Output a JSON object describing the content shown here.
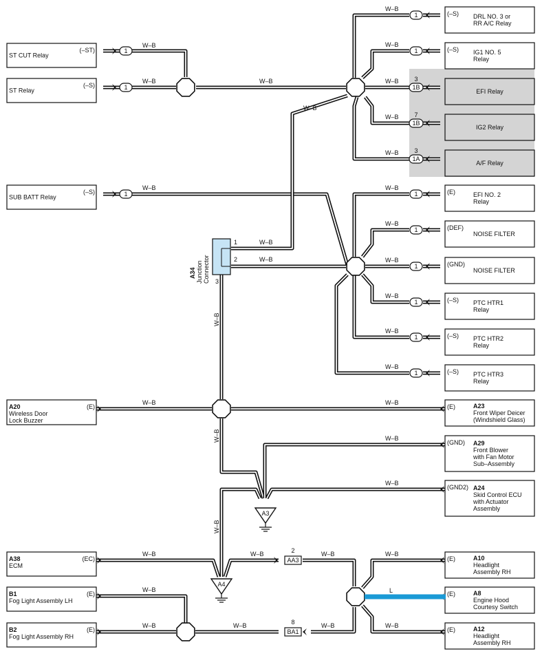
{
  "wire_color_label": "W–B",
  "light_blue_wire_label": "L",
  "junction_connector": {
    "id": "A34",
    "name": "Junction Connector",
    "pins": [
      "1",
      "2",
      "3"
    ]
  },
  "left_components": [
    {
      "key": "st_cut",
      "id": "",
      "lines": [
        "ST CUT Relay"
      ],
      "pin": "(–ST)",
      "connector": "1"
    },
    {
      "key": "st",
      "id": "",
      "lines": [
        "ST Relay"
      ],
      "pin": "(–S)",
      "connector": "1"
    },
    {
      "key": "sub_batt",
      "id": "",
      "lines": [
        "SUB BATT Relay"
      ],
      "pin": "(–S)",
      "connector": "1"
    },
    {
      "key": "a20",
      "id": "A20",
      "lines": [
        "Wireless Door",
        "Lock Buzzer"
      ],
      "pin": "(E)",
      "connector": ""
    },
    {
      "key": "a38",
      "id": "A38",
      "lines": [
        "ECM"
      ],
      "pin": "(EC)",
      "connector": ""
    },
    {
      "key": "b1",
      "id": "B1",
      "lines": [
        "Fog Light Assembly LH"
      ],
      "pin": "(E)",
      "connector": ""
    },
    {
      "key": "b2",
      "id": "B2",
      "lines": [
        "Fog Light Assembly RH"
      ],
      "pin": "(E)",
      "connector": ""
    }
  ],
  "right_components": [
    {
      "key": "drl3",
      "id": "",
      "lines": [
        "DRL NO. 3 or",
        "RR A/C Relay"
      ],
      "pin": "(–S)",
      "connector": "1",
      "pin_number": "",
      "shaded": false
    },
    {
      "key": "ig1_5",
      "id": "",
      "lines": [
        "IG1 NO. 5",
        "Relay"
      ],
      "pin": "(–S)",
      "connector": "1",
      "pin_number": "",
      "shaded": false
    },
    {
      "key": "efi",
      "id": "",
      "lines": [
        "EFI Relay"
      ],
      "pin": "",
      "connector": "1B",
      "pin_number": "3",
      "shaded": true
    },
    {
      "key": "ig2",
      "id": "",
      "lines": [
        "IG2 Relay"
      ],
      "pin": "",
      "connector": "1B",
      "pin_number": "7",
      "shaded": true
    },
    {
      "key": "af",
      "id": "",
      "lines": [
        "A/F Relay"
      ],
      "pin": "",
      "connector": "1A",
      "pin_number": "3",
      "shaded": true
    },
    {
      "key": "efi2",
      "id": "",
      "lines": [
        "EFI NO. 2",
        "Relay"
      ],
      "pin": "(E)",
      "connector": "1",
      "pin_number": "",
      "shaded": false
    },
    {
      "key": "nf_def",
      "id": "",
      "lines": [
        "NOISE FILTER"
      ],
      "pin": "(DEF)",
      "connector": "1",
      "pin_number": "",
      "shaded": false
    },
    {
      "key": "nf_gnd",
      "id": "",
      "lines": [
        "NOISE FILTER"
      ],
      "pin": "(GND)",
      "connector": "1",
      "pin_number": "",
      "shaded": false
    },
    {
      "key": "ptc1",
      "id": "",
      "lines": [
        "PTC HTR1",
        "Relay"
      ],
      "pin": "(–S)",
      "connector": "1",
      "pin_number": "",
      "shaded": false
    },
    {
      "key": "ptc2",
      "id": "",
      "lines": [
        "PTC HTR2",
        "Relay"
      ],
      "pin": "(–S)",
      "connector": "1",
      "pin_number": "",
      "shaded": false
    },
    {
      "key": "ptc3",
      "id": "",
      "lines": [
        "PTC HTR3",
        "Relay"
      ],
      "pin": "(–S)",
      "connector": "1",
      "pin_number": "",
      "shaded": false
    },
    {
      "key": "a23",
      "id": "A23",
      "lines": [
        "Front Wiper Deicer",
        "(Windshield Glass)"
      ],
      "pin": "(E)",
      "connector": "",
      "pin_number": "",
      "shaded": false
    },
    {
      "key": "a29",
      "id": "A29",
      "lines": [
        "Front Blower",
        "with Fan Motor",
        "Sub–Assembly"
      ],
      "pin": "(GND)",
      "connector": "",
      "pin_number": "",
      "shaded": false
    },
    {
      "key": "a24",
      "id": "A24",
      "lines": [
        "Skid Control ECU",
        "with Actuator",
        "Assembly"
      ],
      "pin": "(GND2)",
      "connector": "",
      "pin_number": "",
      "shaded": false
    },
    {
      "key": "a10",
      "id": "A10",
      "lines": [
        "Headlight",
        "Assembly RH"
      ],
      "pin": "(E)",
      "connector": "",
      "pin_number": "",
      "shaded": false
    },
    {
      "key": "a8",
      "id": "A8",
      "lines": [
        "Engine Hood",
        "Courtesy Switch"
      ],
      "pin": "(E)",
      "connector": "",
      "pin_number": "",
      "shaded": false
    },
    {
      "key": "a12",
      "id": "A12",
      "lines": [
        "Headlight",
        "Assembly RH"
      ],
      "pin": "(E)",
      "connector": "",
      "pin_number": "",
      "shaded": false
    }
  ],
  "grounds": [
    {
      "key": "a3",
      "label": "A3"
    },
    {
      "key": "a4",
      "label": "A4"
    }
  ],
  "inline_connectors": [
    {
      "key": "aa3",
      "label": "AA3",
      "pin_number": "2"
    },
    {
      "key": "ba1",
      "label": "BA1",
      "pin_number": "8"
    }
  ],
  "colors": {
    "wire": "#111111",
    "light_blue_wire": "#1a9ad6",
    "relay_shading": "#d4d4d4",
    "junction_fill": "#c6e4f5"
  }
}
